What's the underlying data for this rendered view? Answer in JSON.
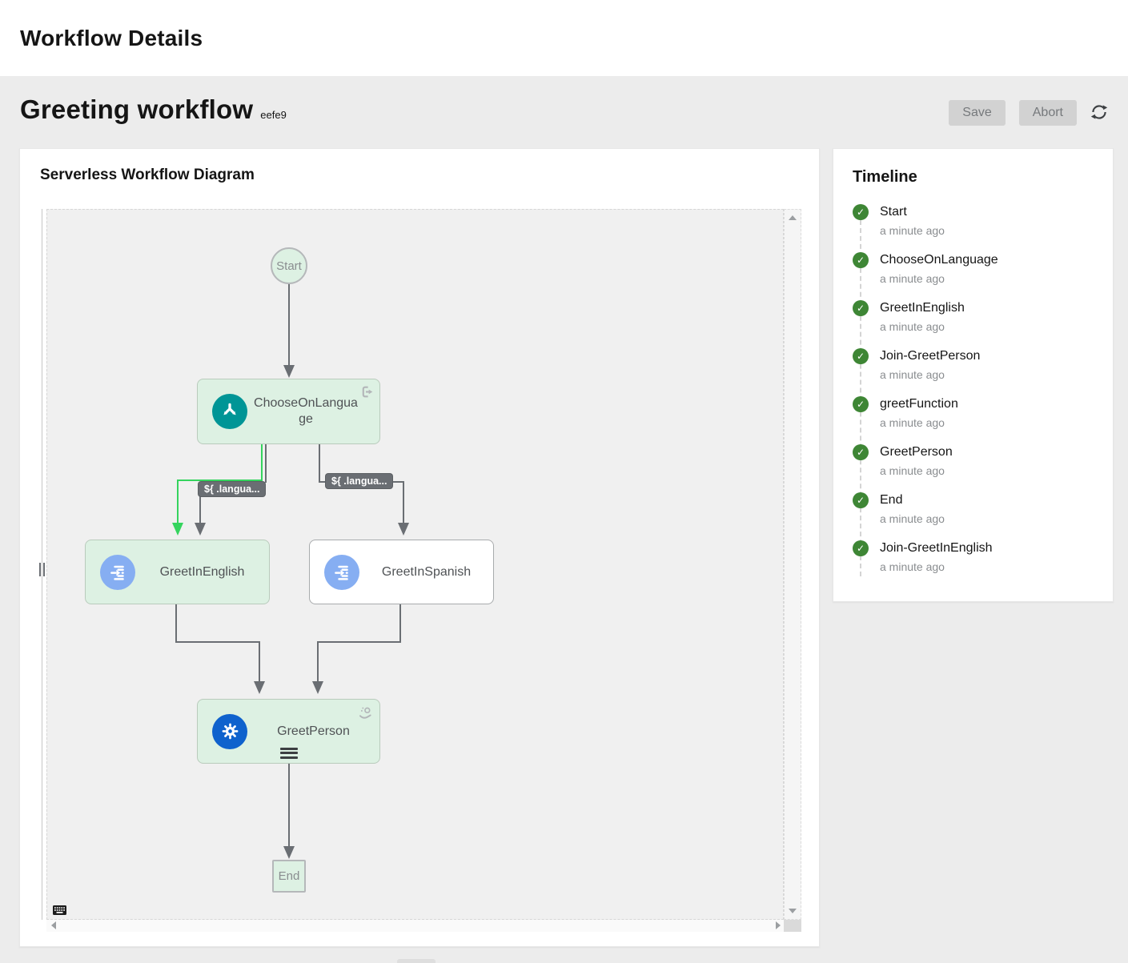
{
  "header": {
    "title": "Workflow Details"
  },
  "toolbar": {
    "workflow_name": "Greeting workflow",
    "workflow_id": "eefe9",
    "save_label": "Save",
    "abort_label": "Abort"
  },
  "diagram": {
    "title": "Serverless Workflow Diagram",
    "nodes": {
      "start": {
        "label": "Start"
      },
      "choose": {
        "label": "ChooseOnLanguage"
      },
      "greet_english": {
        "label": "GreetInEnglish"
      },
      "greet_spanish": {
        "label": "GreetInSpanish"
      },
      "greet_person": {
        "label": "GreetPerson"
      },
      "end": {
        "label": "End"
      }
    },
    "edge_labels": {
      "english_condition": "${ .langua...",
      "spanish_condition": "${ .langua..."
    },
    "icons": {
      "choose_node": "branch-icon",
      "greet_nodes": "inject-icon",
      "greet_person_node": "gear-icon",
      "choose_corner": "sign-out-icon",
      "greet_person_corner": "service-icon",
      "canvas_corner": "keyboard-icon"
    },
    "colors": {
      "node_green_bg": "#ddf1e3",
      "teal_icon": "#009596",
      "light_blue_icon": "#86aef2",
      "dark_blue_icon": "#0f62cd",
      "edge_gray": "#6a6e73",
      "edge_green": "#35d45e",
      "edge_label_bg": "#6a6e73"
    }
  },
  "timeline": {
    "title": "Timeline",
    "status_icon": "check-circle-icon",
    "status_color": "#3e8635",
    "items": [
      {
        "label": "Start",
        "time": "a minute ago"
      },
      {
        "label": "ChooseOnLanguage",
        "time": "a minute ago"
      },
      {
        "label": "GreetInEnglish",
        "time": "a minute ago"
      },
      {
        "label": "Join-GreetPerson",
        "time": "a minute ago"
      },
      {
        "label": "greetFunction",
        "time": "a minute ago"
      },
      {
        "label": "GreetPerson",
        "time": "a minute ago"
      },
      {
        "label": "End",
        "time": "a minute ago"
      },
      {
        "label": "Join-GreetInEnglish",
        "time": "a minute ago"
      }
    ]
  }
}
